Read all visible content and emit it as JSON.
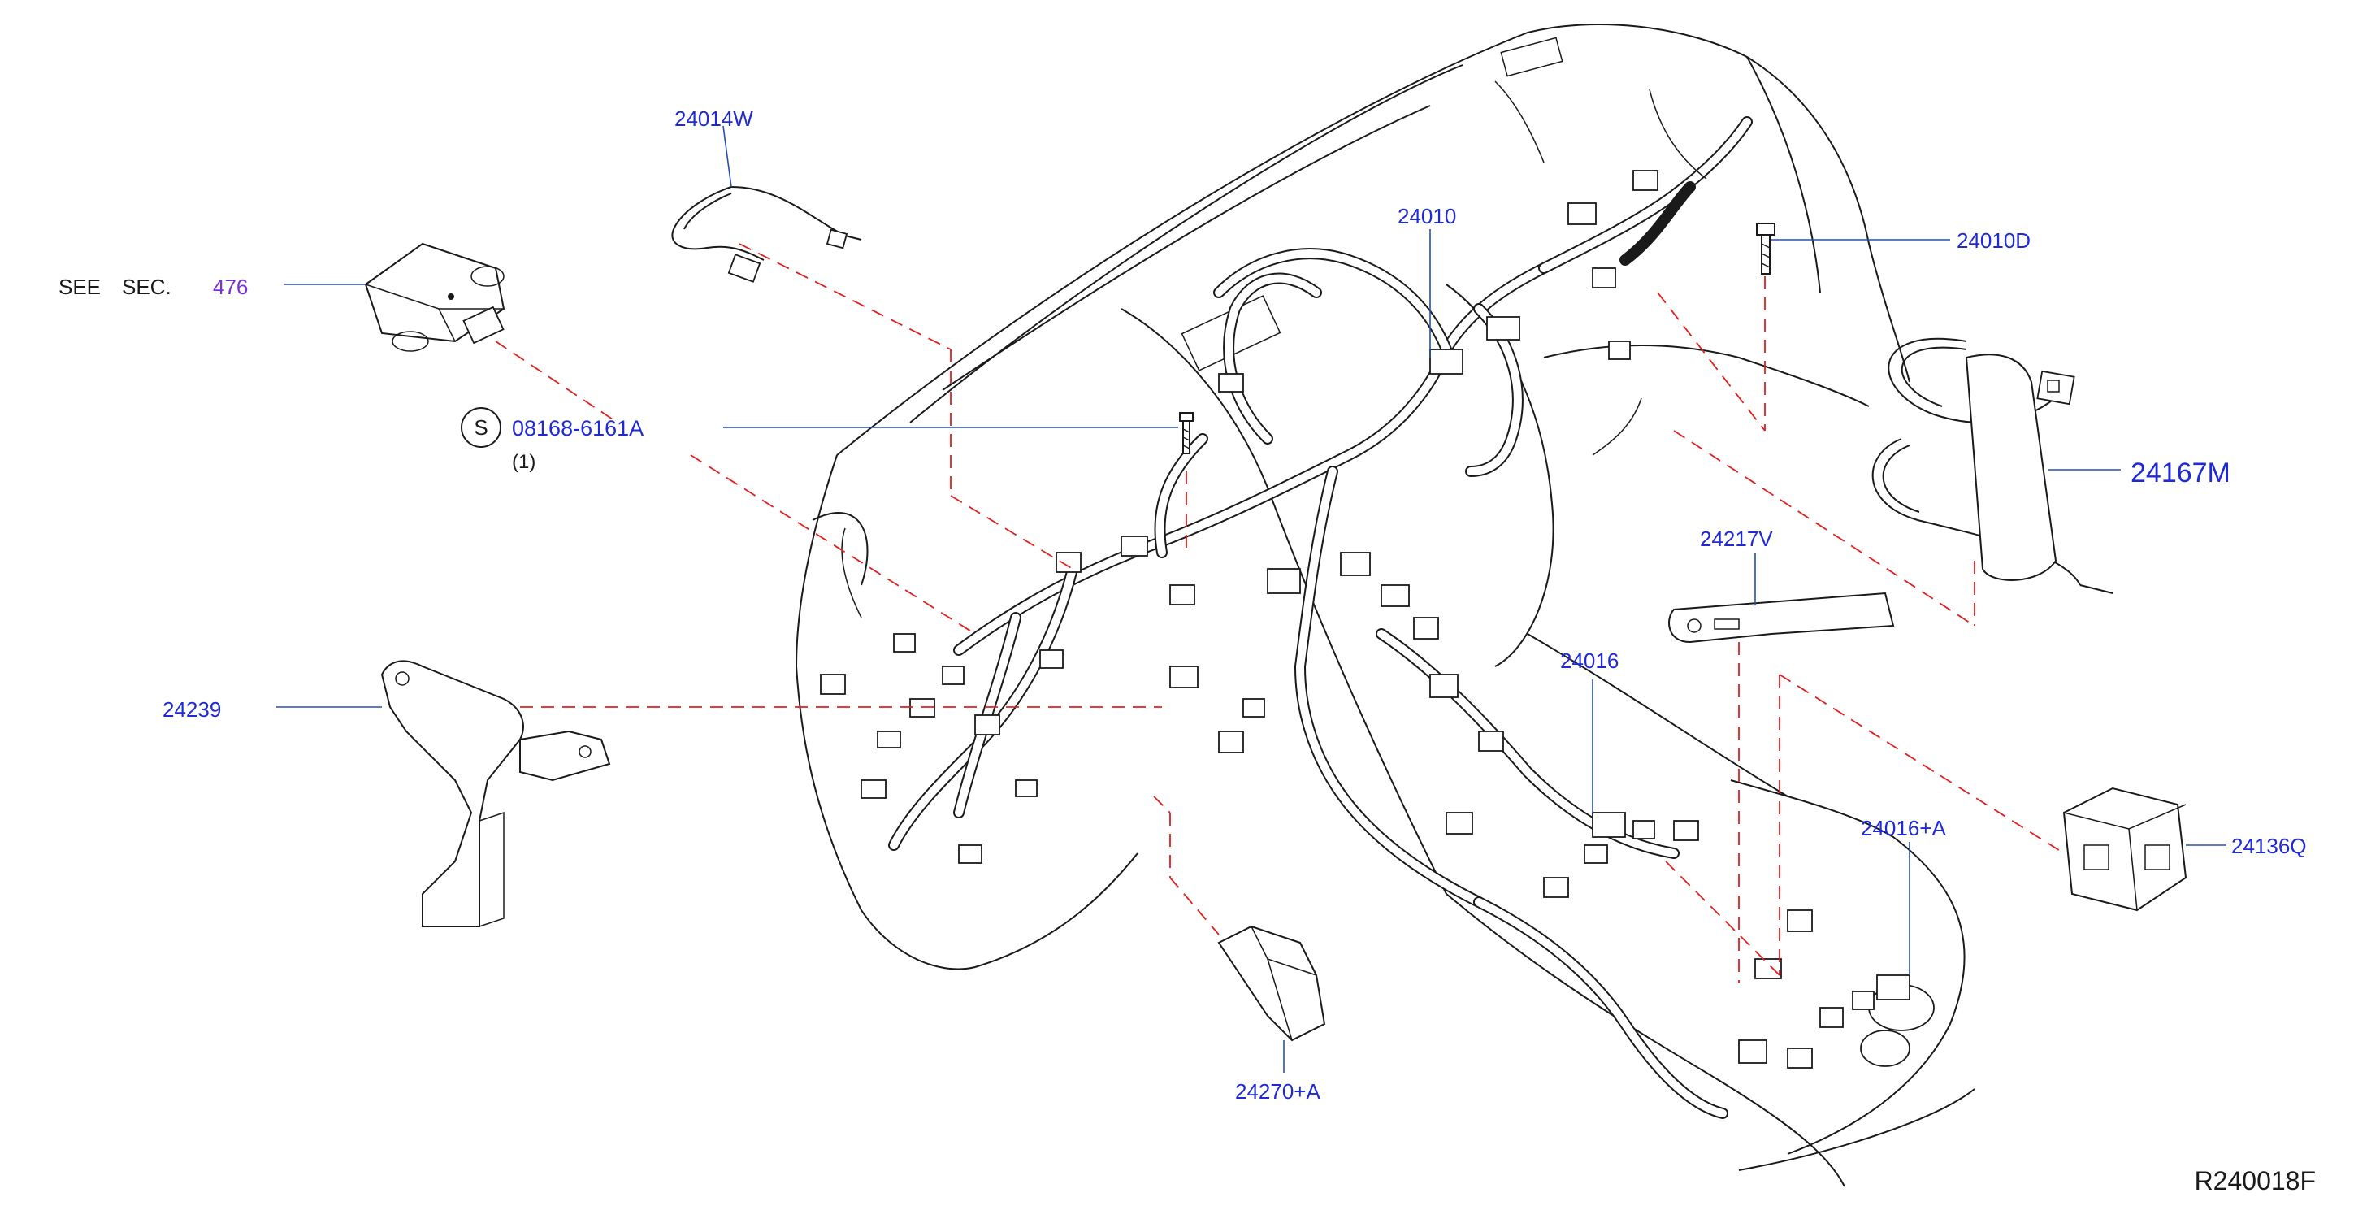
{
  "colors": {
    "label_blue": "#1f2ad6",
    "see_sec_purple": "#7a2fd0",
    "leader_blue": "#2a4fb0",
    "dashed_red": "#e02020",
    "line_black": "#1a1a1a"
  },
  "see_section": {
    "prefix": "SEE",
    "sec": "SEC.",
    "number": "476"
  },
  "screw_callout": {
    "symbol": "S",
    "part": "08168-6161A",
    "qty": "(1)"
  },
  "labels": {
    "p24014W": "24014W",
    "p24010": "24010",
    "p24010D": "24010D",
    "p24167M": "24167M",
    "p24217V": "24217V",
    "p24016": "24016",
    "p24239": "24239",
    "p24016A": "24016+A",
    "p24136Q": "24136Q",
    "p24270A": "24270+A"
  },
  "figure_code": "R240018F"
}
